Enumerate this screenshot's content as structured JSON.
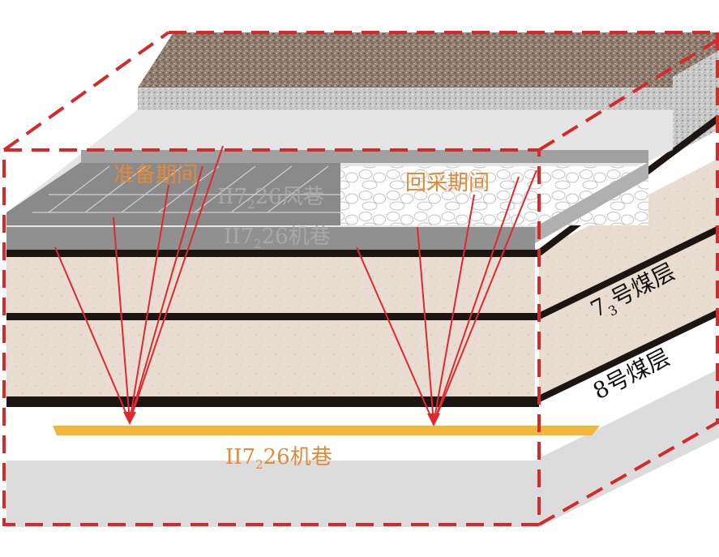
{
  "labels": {
    "prep_period": "准备期间",
    "mining_period": "回采期间",
    "upper_tail_roadway": {
      "base": "II7",
      "sub": "2",
      "rest": "26风巷"
    },
    "upper_machine_roadway": {
      "base": "II7",
      "sub": "2",
      "rest": "26机巷"
    },
    "lower_machine_roadway": {
      "base": "II7",
      "sub": "2",
      "rest": "26机巷"
    },
    "seam_7": {
      "base": "7",
      "sub": "3",
      "rest": "号煤层"
    },
    "seam_8": "8号煤层"
  },
  "colors": {
    "outline": "#d42a2a",
    "borehole": "#e0282e",
    "orange_text": "#e08a3a",
    "gray_text": "#a8a8a8",
    "coal": "#1c1512",
    "rock": "#e8ddd0",
    "floor": "#dcdcdc",
    "roadway": "#f4b63a"
  }
}
